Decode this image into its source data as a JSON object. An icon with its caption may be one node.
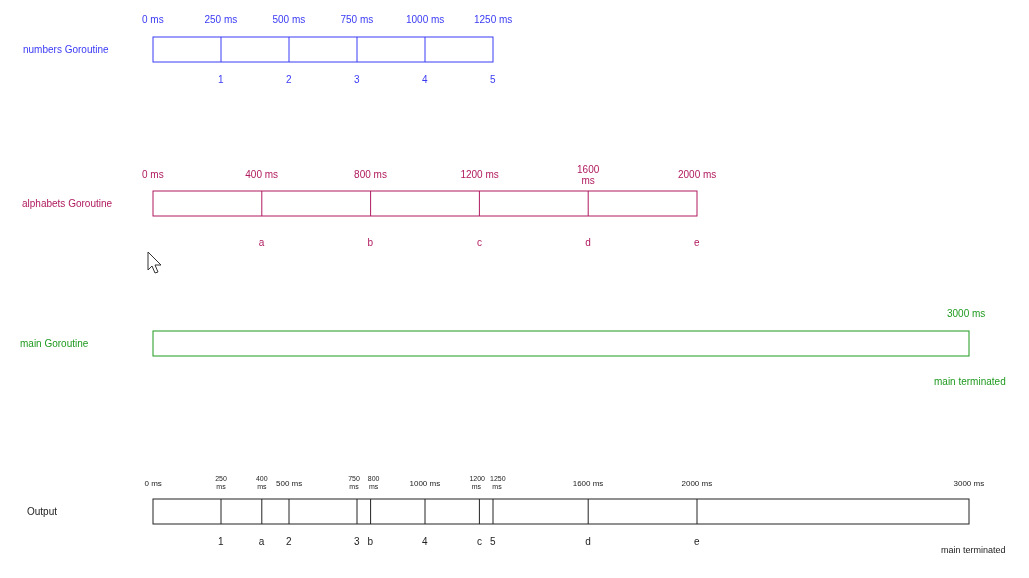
{
  "diagram": {
    "nodes": [
      {
        "text": [],
        "shape": "bar"
      },
      {
        "text": [],
        "shape": "bar"
      },
      {
        "text": [],
        "shape": "bar"
      },
      {
        "text": [],
        "shape": "bar"
      }
    ],
    "labels": [
      "0 ms",
      "250 ms",
      "500 ms",
      "750 ms",
      "1000 ms",
      "1250 ms",
      "numbers  Goroutine",
      "1",
      "2",
      "3",
      "4",
      "5",
      "0 ms",
      "400 ms",
      "800 ms",
      "1200 ms",
      "1600 ms",
      "2000 ms",
      "alphabets Goroutine",
      "a",
      "b",
      "c",
      "d",
      "e",
      "3000 ms",
      "main Goroutine",
      "main terminated",
      "0 ms",
      "250 ms",
      "400 ms",
      "500 ms",
      "750 ms",
      "800 ms",
      "1000 ms",
      "1200 ms",
      "1250 ms",
      "1600 ms",
      "2000 ms",
      "3000 ms",
      "Output",
      "1",
      "a",
      "2",
      "3",
      "b",
      "4",
      "c",
      "5",
      "d",
      "e",
      "main terminated"
    ]
  }
}
